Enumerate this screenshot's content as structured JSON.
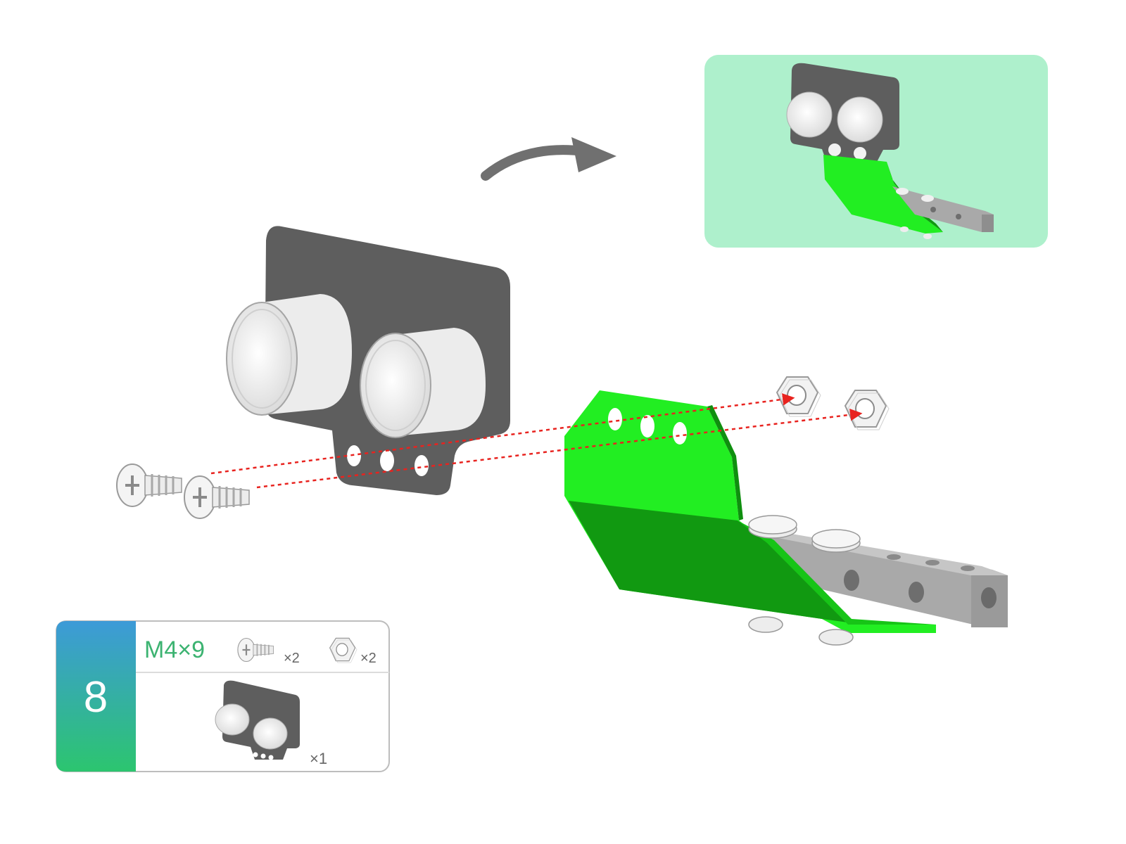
{
  "step": {
    "number": "8"
  },
  "parts_box": {
    "screw_spec": "M4×9",
    "screw_qty": "×2",
    "nut_qty": "×2",
    "sensor_qty": "×1",
    "screw_icon": "screw-icon",
    "nut_icon": "nut-icon",
    "sensor_icon": "ultrasonic-sensor-icon"
  },
  "colors": {
    "step_gradient_top": "#3d9ad8",
    "step_gradient_bottom": "#2cc56f",
    "spec_text": "#3cb371",
    "bracket_green": "#22ee22",
    "bracket_dark": "#119911",
    "preview_background": "#aef0cc",
    "guide_line": "#e8231f",
    "arrow": "#707070",
    "sensor_board": "#5e5e5e",
    "beam": "#a9a9a9"
  }
}
